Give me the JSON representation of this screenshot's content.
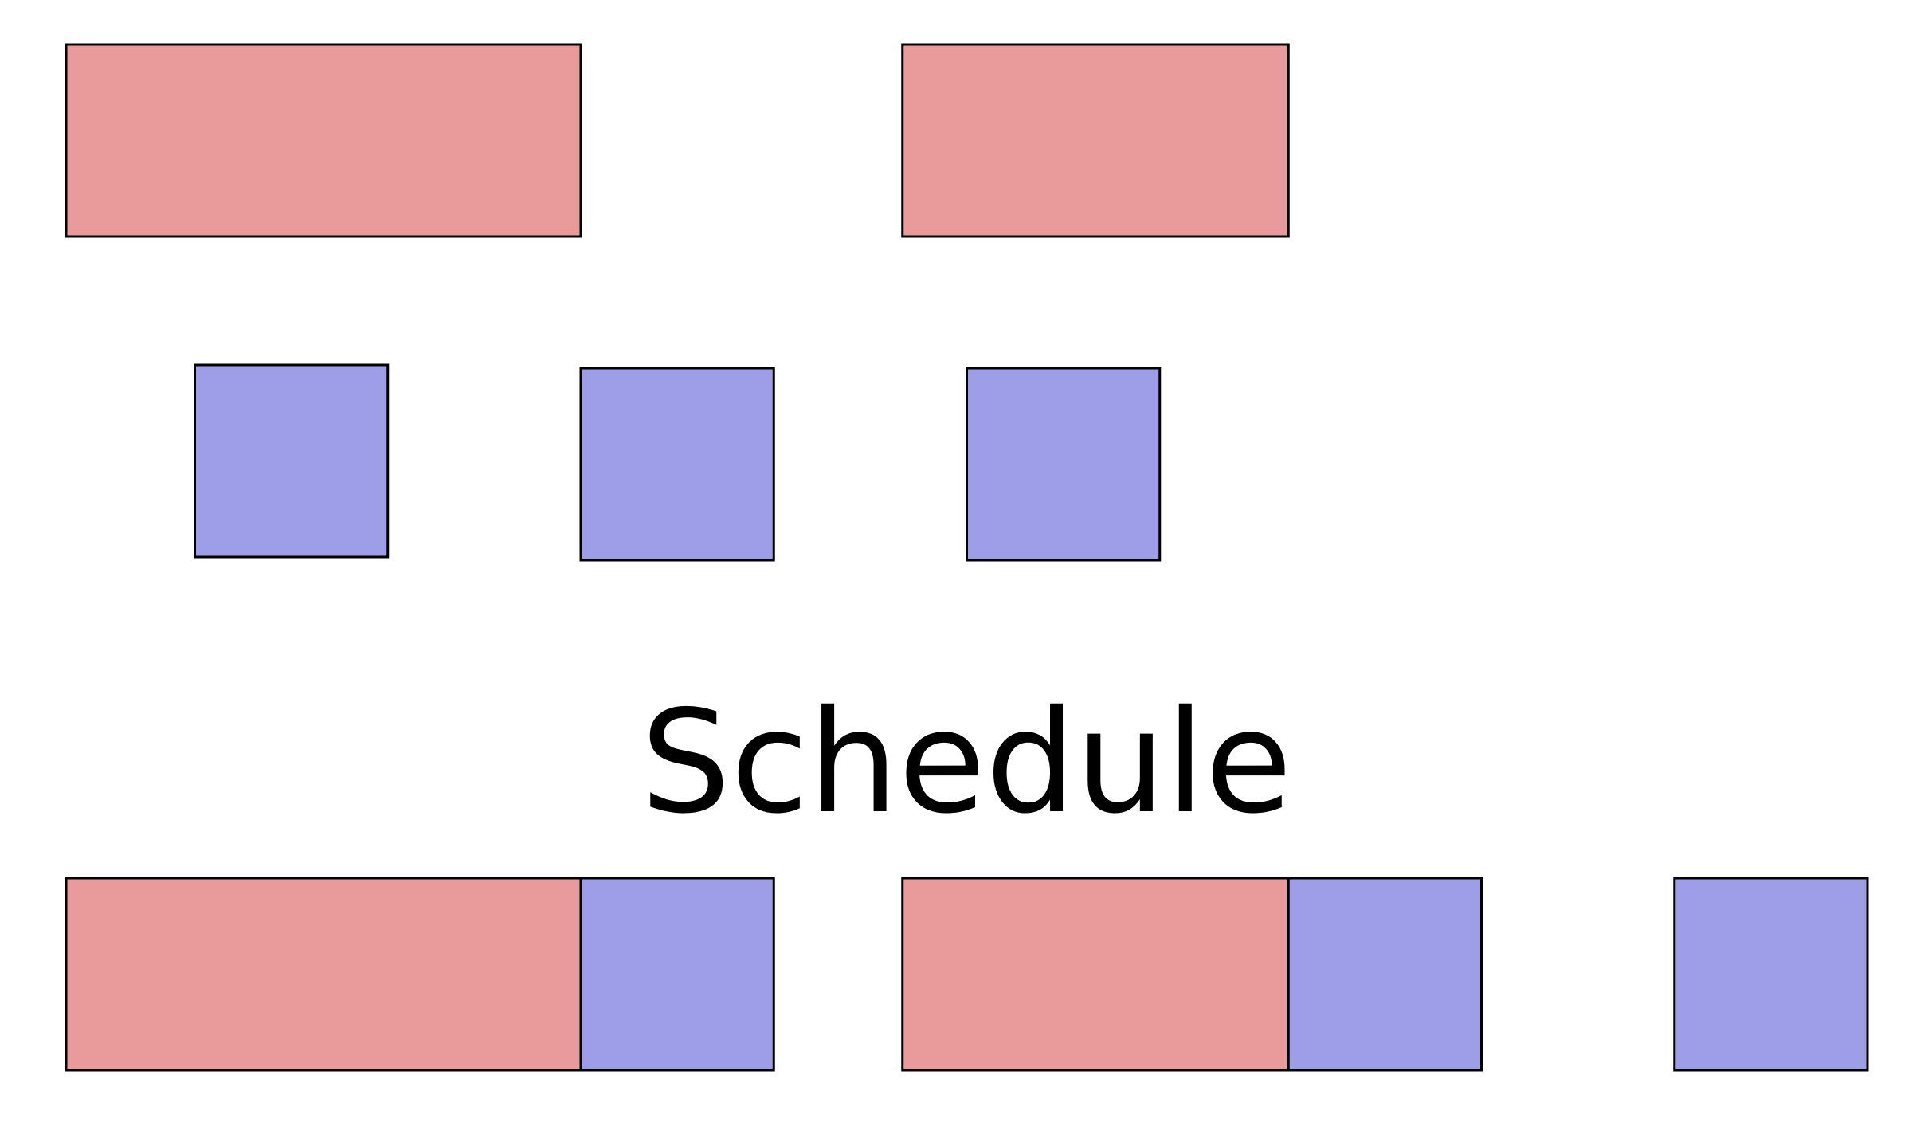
{
  "colors": {
    "red_task": "#e99a9a",
    "blue_task": "#9d9de8",
    "outline": "#000000",
    "background": "#ffffff"
  },
  "diagram": {
    "schedule_label": "Schedule",
    "red_tasks": [
      {
        "id": "r1",
        "duration": 4
      },
      {
        "id": "r2",
        "duration": 3
      }
    ],
    "blue_tasks": [
      {
        "id": "b1",
        "duration": 1.5
      },
      {
        "id": "b2",
        "duration": 1.5
      },
      {
        "id": "b3",
        "duration": 1.5
      }
    ],
    "schedule": [
      {
        "kind": "red",
        "start": 0,
        "duration": 4
      },
      {
        "kind": "blue",
        "start": 4,
        "duration": 1.5
      },
      {
        "kind": "red",
        "start": 6.5,
        "duration": 3
      },
      {
        "kind": "blue",
        "start": 9.5,
        "duration": 1.5
      },
      {
        "kind": "blue",
        "start": 12.5,
        "duration": 1.5
      }
    ]
  }
}
